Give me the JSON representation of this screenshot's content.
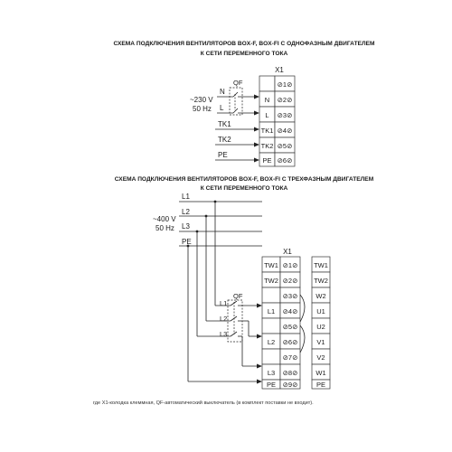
{
  "diagram1": {
    "title_line1": "СХЕМА ПОДКЛЮЧЕНИЯ ВЕНТИЛЯТОРОВ BOX-F, BOX-FI С ОДНОФАЗНЫМ ДВИГАТЕЛЕМ",
    "title_line2": "К СЕТИ ПЕРЕМЕННОГО ТОКА",
    "block_label": "X1",
    "breaker_label": "QF",
    "supply_voltage": "~230 V",
    "supply_freq": "50 Hz",
    "inputs": [
      "N",
      "L",
      "TK1",
      "TK2",
      "PE"
    ],
    "terminals": [
      "",
      "N",
      "L",
      "TK1",
      "TK2",
      "PE"
    ],
    "screws": [
      "⊘1⊘",
      "⊘2⊘",
      "⊘3⊘",
      "⊘4⊘",
      "⊘5⊘",
      "⊘6⊘"
    ]
  },
  "diagram2": {
    "title_line1": "СХЕМА ПОДКЛЮЧЕНИЯ ВЕНТИЛЯТОРОВ BOX-F, BOX-FI С ТРЕХФАЗНЫМ ДВИГАТЕЛЕМ",
    "title_line2": "К СЕТИ ПЕРЕМЕННОГО ТОКА",
    "block_label": "X1",
    "breaker_label": "QF",
    "supply_voltage": "~400 V",
    "supply_freq": "50 Hz",
    "lines": [
      "L1",
      "L2",
      "L3",
      "PE"
    ],
    "breaker_pins": [
      "L1",
      "L2",
      "L3"
    ],
    "terminals": [
      "TW1",
      "TW2",
      "",
      "L1",
      "",
      "L2",
      "",
      "L3",
      "PE"
    ],
    "screws": [
      "⊘1⊘",
      "⊘2⊘",
      "⊘3⊘",
      "⊘4⊘",
      "⊘5⊘",
      "⊘6⊘",
      "⊘7⊘",
      "⊘8⊘",
      "⊘9⊘"
    ],
    "motor_terminals": [
      "TW1",
      "TW2",
      "W2",
      "U1",
      "U2",
      "V1",
      "V2",
      "W1",
      "PE"
    ]
  },
  "footnote": "где X1-колодка клеммная, QF-автоматический выключатель (в комплект поставки не входит)."
}
